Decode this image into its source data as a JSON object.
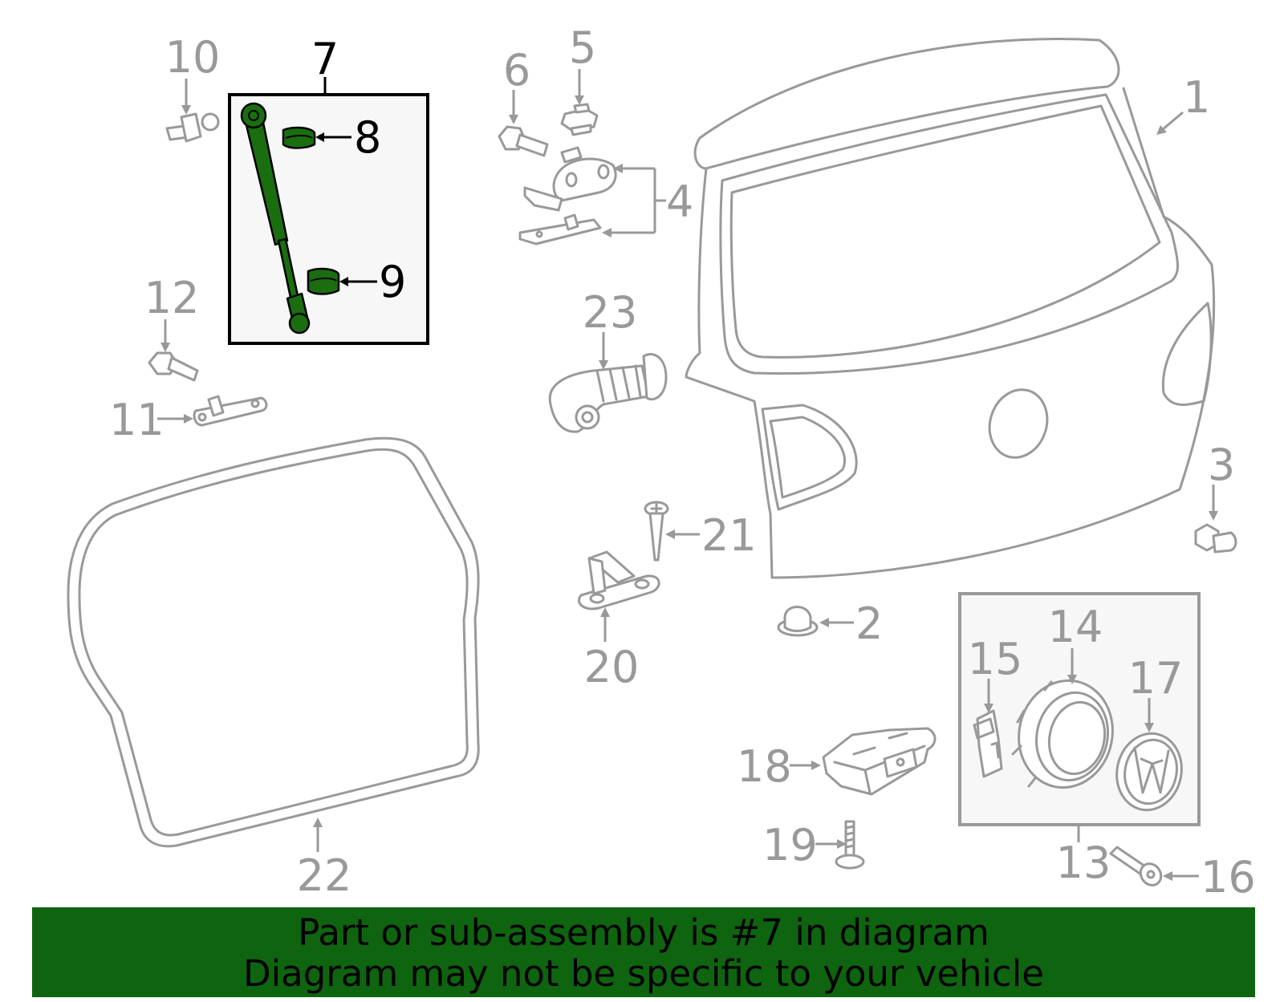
{
  "diagram": {
    "highlight_color": "#1a6e10",
    "callouts": {
      "c1": "1",
      "c2": "2",
      "c3": "3",
      "c4": "4",
      "c5": "5",
      "c6": "6",
      "c7": "7",
      "c8": "8",
      "c9": "9",
      "c10": "10",
      "c11": "11",
      "c12": "12",
      "c13": "13",
      "c14": "14",
      "c15": "15",
      "c16": "16",
      "c17": "17",
      "c18": "18",
      "c19": "19",
      "c20": "20",
      "c21": "21",
      "c22": "22",
      "c23": "23"
    }
  },
  "banner": {
    "line1": "Part or sub-assembly is #7 in diagram",
    "line2": "Diagram may not be specific to your vehicle",
    "background": "#0f6410"
  }
}
